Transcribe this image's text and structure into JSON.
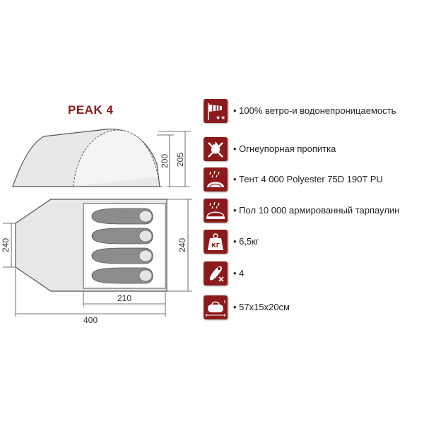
{
  "model": "PEAK 4",
  "colors": {
    "accent": "#8b1a1a",
    "tent_fill": "#e8e8e8",
    "outline": "#555555"
  },
  "dimensions": {
    "height_inner": "200",
    "height_outer": "205",
    "inner_width": "240",
    "outer_width": "240",
    "inner_length": "210",
    "total_length": "400"
  },
  "specs": [
    {
      "icon": "windsock-icon",
      "label": "• 100% ветро-и водонепроницаемость"
    },
    {
      "icon": "fire-crossed-icon",
      "label": "• Огнеупорная пропитка"
    },
    {
      "icon": "rain-tent-icon",
      "label": "• Тент 4 000 Polyester 75D 190T PU"
    },
    {
      "icon": "rain-floor-icon",
      "label": "• Пол 10 000 армированный тарпаулин"
    },
    {
      "icon": "weight-kg-icon",
      "label": "• 6,5кг",
      "icon_text": "КГ"
    },
    {
      "icon": "sleeping-bag-icon",
      "label": "• 4"
    },
    {
      "icon": "bag-size-icon",
      "label": "• 57x15x20см"
    }
  ]
}
